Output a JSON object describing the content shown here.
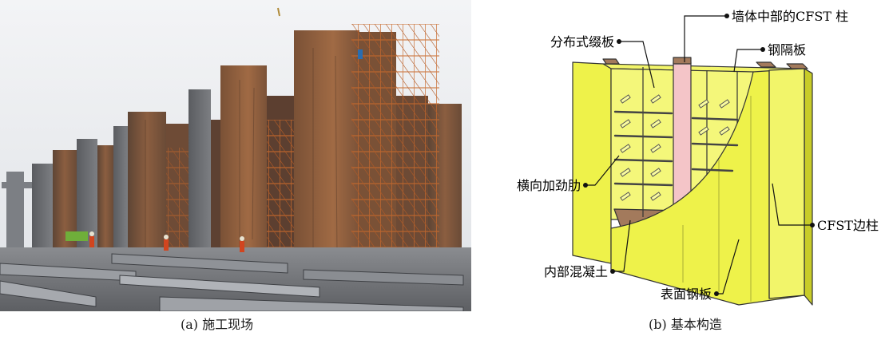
{
  "panel_a": {
    "caption": "(a) 施工现场"
  },
  "panel_b": {
    "caption": "(b) 基本构造",
    "callouts": {
      "cfst_middle": "墙体中部的CFST 柱",
      "batten_plates": "分布式缀板",
      "steel_diaphragm": "钢隔板",
      "stiffeners": "横向加劲肋",
      "edge_column": "CFST边柱",
      "inner_concrete": "内部混凝土",
      "surface_plate": "表面钢板"
    }
  },
  "colors": {
    "steel_plate_yellow": "#eef24a",
    "cfst_pink": "#f4c5c8",
    "concrete_brown": "#a37a5c",
    "rust": "#8a5a3c",
    "sky": "#eef0f2"
  }
}
